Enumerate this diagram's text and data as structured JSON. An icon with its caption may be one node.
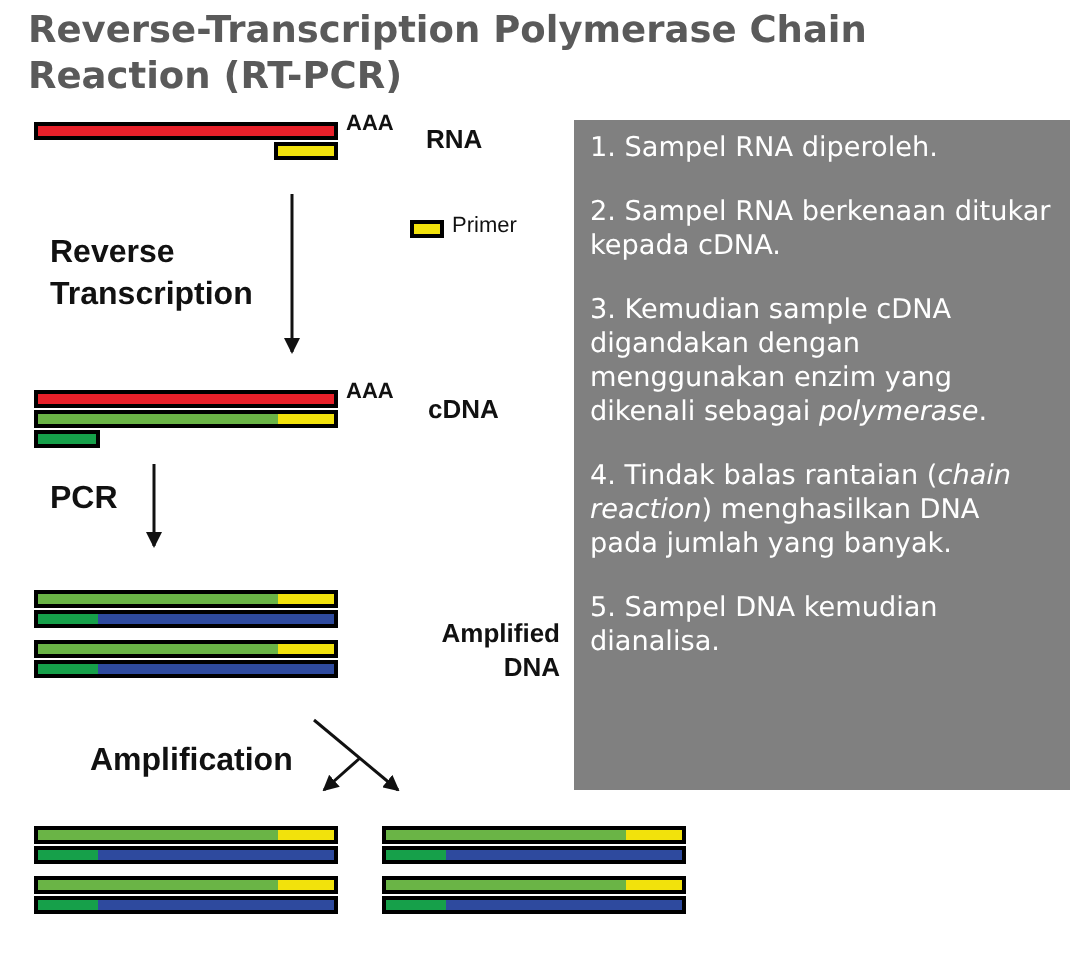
{
  "diagram": {
    "title": "Reverse-Transcription Polymerase Chain Reaction (RT-PCR)",
    "nodes": [
      {
        "text": [
          "1. Sampel RNA diperoleh.",
          "2. Sampel RNA berkenaan ditukar kepada cDNA.",
          "3. Kemudian sample cDNA digandakan dengan menggunakan enzim yang dikenali sebagai *polymerase*.",
          "4. Tindak balas rantaian (*chain reaction*) menghasilkan DNA pada jumlah yang banyak.",
          "5. Sampel DNA kemudian dianalisa."
        ]
      }
    ],
    "labels": [
      "AAA",
      "RNA",
      "Reverse Transcription",
      "AAA",
      "cDNA",
      "PCR",
      "Amplified DNA",
      "Amplification"
    ],
    "legend": [
      {
        "text": "Primer",
        "color": "#f2e20c"
      }
    ]
  }
}
